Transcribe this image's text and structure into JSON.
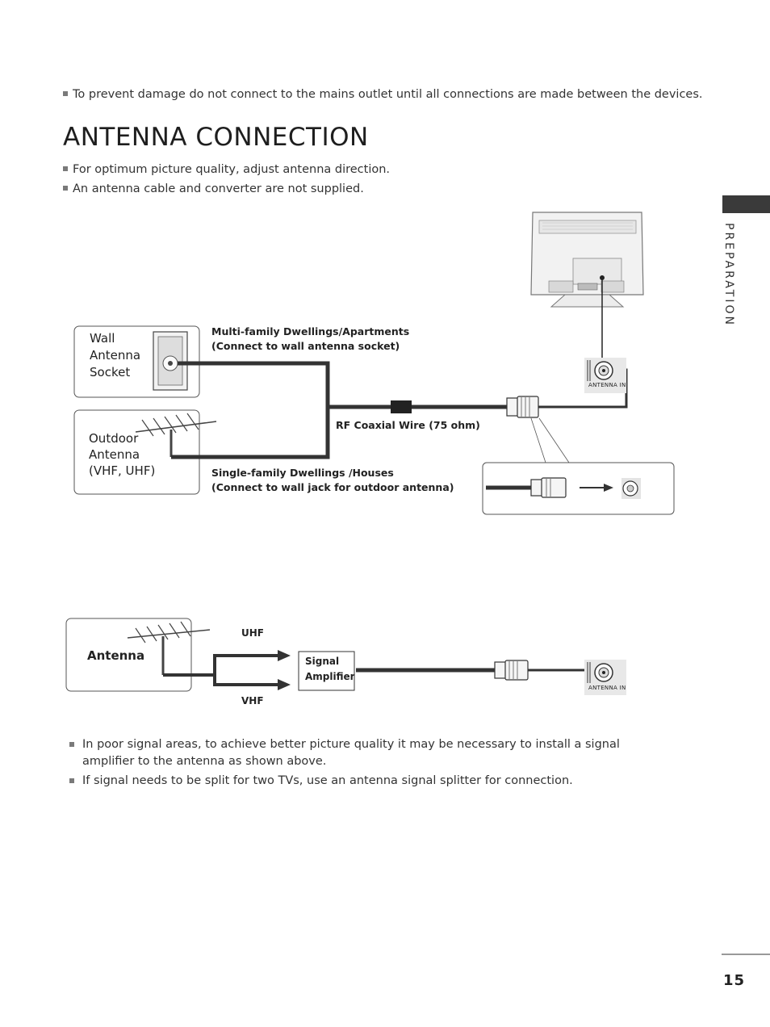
{
  "top_note": "To prevent damage do not connect to the mains outlet until all connections are made between the devices.",
  "section_title": "ANTENNA CONNECTION",
  "notes": [
    "For optimum picture quality, adjust antenna direction.",
    "An antenna cable and converter are not supplied."
  ],
  "side_tab": "PREPARATION",
  "diagram1": {
    "wall_socket_label": [
      "Wall",
      "Antenna",
      "Socket"
    ],
    "outdoor_antenna_label": [
      "Outdoor",
      "Antenna",
      "(VHF, UHF)"
    ],
    "multi_family_label": [
      "Multi-family Dwellings/Apartments",
      "(Connect to wall antenna socket)"
    ],
    "single_family_label": [
      "Single-family Dwellings /Houses",
      "(Connect to wall jack for outdoor antenna)"
    ],
    "coax_label": "RF Coaxial Wire (75 ohm)",
    "jack_label": "ANTENNA IN"
  },
  "diagram2": {
    "antenna_label": "Antenna",
    "uhf_label": "UHF",
    "vhf_label": "VHF",
    "amplifier_label": [
      "Signal",
      "Amplifier"
    ],
    "jack_label": "ANTENNA IN"
  },
  "bottom_notes": [
    "In poor signal areas, to achieve better picture quality it may be necessary to install a signal amplifier to the antenna as shown above.",
    "If signal needs to be split for two TVs, use an antenna signal splitter for connection."
  ],
  "page_number": "15"
}
